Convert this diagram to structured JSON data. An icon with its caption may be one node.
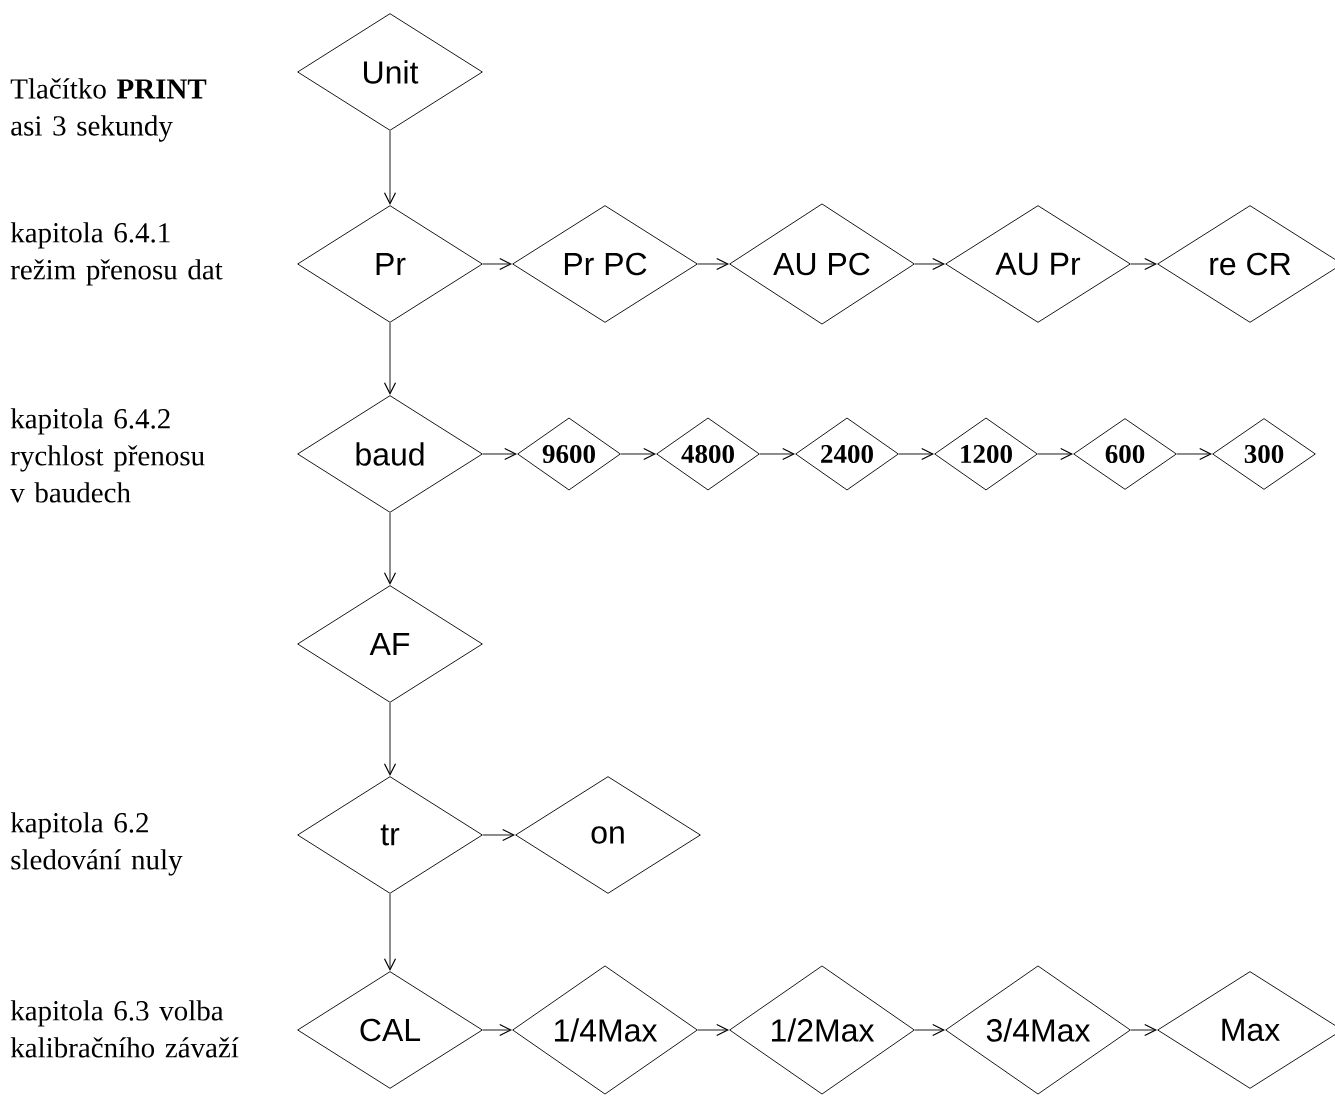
{
  "diagram": {
    "nodes": [
      {
        "text": [
          "Unit"
        ]
      },
      {
        "text": [
          "Pr"
        ]
      },
      {
        "text": [
          "Pr PC"
        ]
      },
      {
        "text": [
          "AU PC"
        ]
      },
      {
        "text": [
          "AU Pr"
        ]
      },
      {
        "text": [
          "re CR"
        ]
      },
      {
        "text": [
          "baud"
        ]
      },
      {
        "text": [
          "9600"
        ]
      },
      {
        "text": [
          "4800"
        ]
      },
      {
        "text": [
          "2400"
        ]
      },
      {
        "text": [
          "1200"
        ]
      },
      {
        "text": [
          "600"
        ]
      },
      {
        "text": [
          "300"
        ]
      },
      {
        "text": [
          "AF"
        ]
      },
      {
        "text": [
          "tr"
        ]
      },
      {
        "text": [
          "on"
        ]
      },
      {
        "text": [
          "CAL"
        ]
      },
      {
        "text": [
          "1/4Max"
        ]
      },
      {
        "text": [
          "1/2Max"
        ]
      },
      {
        "text": [
          "3/4Max"
        ]
      },
      {
        "text": [
          "Max"
        ]
      }
    ],
    "edges": [
      {
        "from": 0,
        "to": 1,
        "arrow": "to"
      },
      {
        "from": 1,
        "to": 2,
        "arrow": "to"
      },
      {
        "from": 2,
        "to": 3,
        "arrow": "to"
      },
      {
        "from": 3,
        "to": 4,
        "arrow": "to"
      },
      {
        "from": 4,
        "to": 5,
        "arrow": "to"
      },
      {
        "from": 1,
        "to": 6,
        "arrow": "to"
      },
      {
        "from": 6,
        "to": 7,
        "arrow": "to"
      },
      {
        "from": 7,
        "to": 8,
        "arrow": "to"
      },
      {
        "from": 8,
        "to": 9,
        "arrow": "to"
      },
      {
        "from": 9,
        "to": 10,
        "arrow": "to"
      },
      {
        "from": 10,
        "to": 11,
        "arrow": "to"
      },
      {
        "from": 11,
        "to": 12,
        "arrow": "to"
      },
      {
        "from": 6,
        "to": 13,
        "arrow": "to"
      },
      {
        "from": 13,
        "to": 14,
        "arrow": "to"
      },
      {
        "from": 14,
        "to": 15,
        "arrow": "to"
      },
      {
        "from": 14,
        "to": 16,
        "arrow": "to"
      },
      {
        "from": 16,
        "to": 17,
        "arrow": "to"
      },
      {
        "from": 17,
        "to": 18,
        "arrow": "to"
      },
      {
        "from": 18,
        "to": 19,
        "arrow": "to"
      },
      {
        "from": 19,
        "to": 20,
        "arrow": "to"
      }
    ],
    "labels": [
      "Tlačítko **PRINT** asi 3 sekundy",
      "kapitola 6.4.1 režim přenosu dat",
      "kapitola 6.4.2 rychlost přenosu v baudech",
      "kapitola 6.2 sledování nuly",
      "kapitola 6.3 volba kalibračního závaží"
    ]
  }
}
